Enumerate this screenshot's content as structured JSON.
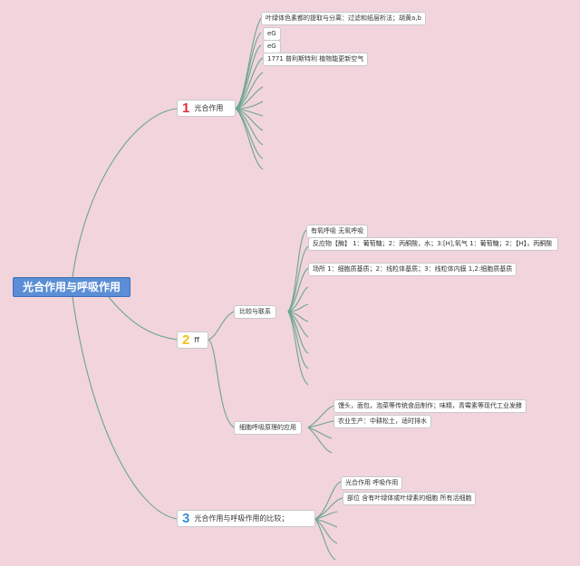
{
  "root": {
    "label": "光合作用与呼吸作用"
  },
  "colors": {
    "edge": "#6aa68c",
    "root_bg": "#5b8ed6",
    "num1": "#e0323c",
    "num2": "#f2c21b",
    "num3": "#3a8fd6"
  },
  "branch1": {
    "number": "1",
    "label": "光合作用",
    "leaves": [
      "叶绿体色素都的提取与分离：过滤和纸层析法；胡黄a,b",
      "eG",
      "eG",
      "1771 普利斯特利 植物能更新空气"
    ]
  },
  "branch2": {
    "number": "2",
    "label": "ff",
    "sub1": {
      "label": "比较与联系",
      "leaves": [
        "有氧呼吸 无氧呼吸",
        "反应物【酶】 1：葡萄糖；2：丙酮酸，水；3:[H],氧气 1：葡萄糖；2：【H】，丙酮酸",
        "场所 1：细胞质基质；2：线粒体基质；3：线粒体内膜 1,2:细胞质基质"
      ]
    },
    "sub2": {
      "label": "细胞呼吸原理的应用",
      "leaves": [
        "馒头，面包，泡菜等传统食品制作；味精，青霉素等现代工业发酵",
        "农业生产：中耕松土，适时排水"
      ]
    }
  },
  "branch3": {
    "number": "3",
    "label": "光合作用与呼吸作用的比较；",
    "leaves": [
      "光合作用 呼吸作用",
      "部位 含有叶绿体或叶绿素的细胞 所有活细胞"
    ]
  }
}
